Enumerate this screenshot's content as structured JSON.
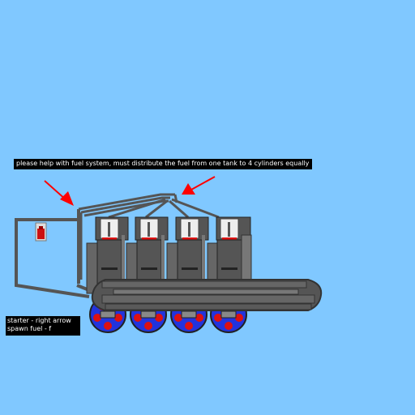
{
  "notes": {
    "help_text": "please help with fuel system, must distribute the fuel from one tank to 4 cylinders equally"
  },
  "controls": {
    "starter": "starter - right arrow",
    "spawn_fuel": "spawn fuel - f"
  },
  "colors": {
    "sky": "#80c8ff",
    "frame": "#555555",
    "arrow": "#ff0000",
    "fuel": "#cc1111",
    "wheel_blue": "#2233dd",
    "wheel_red": "#dd1111"
  },
  "icons": {
    "arrows": "red-pointer-arrow",
    "tank": "fuel-tank-icon",
    "wheels": "gear-wheel-icon"
  }
}
